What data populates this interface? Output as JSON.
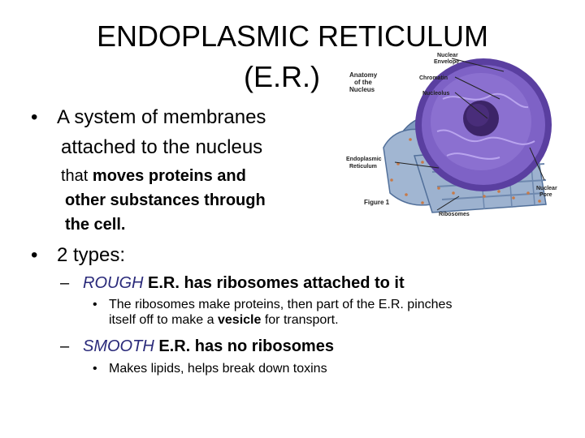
{
  "slide": {
    "title_line1": "ENDOPLASMIC RETICULUM",
    "title_line2": "(E.R.)",
    "bullet1": {
      "bullet": "•",
      "line1": "A system of membranes",
      "line2": "attached to the nucleus",
      "extra_lead": "that ",
      "extra_bold1": "moves proteins and",
      "extra_line2": "other substances through",
      "extra_line3": "the cell."
    },
    "bullet2": {
      "bullet": "•",
      "text": "2 types:"
    },
    "rough": {
      "dash": "–",
      "type": "ROUGH",
      "rest": " E.R. has ribosomes attached to it",
      "sub_bullet": "•",
      "sub_line1": "The ribosomes make proteins, then part of the E.R. pinches",
      "sub_line2_lead": "itself off to make a ",
      "sub_line2_bold": "vesicle",
      "sub_line2_tail": " for transport."
    },
    "smooth": {
      "dash": "–",
      "type": "SMOOTH",
      "rest": " E.R. has no ribosomes",
      "sub_bullet": "•",
      "sub_line": "Makes lipids, helps break down toxins"
    }
  },
  "figure": {
    "anatomy_line1": "Anatomy",
    "anatomy_line2": "of the",
    "anatomy_line3": "Nucleus",
    "nuclear_envelope_1": "Nuclear",
    "nuclear_envelope_2": "Envelope",
    "chromatin": "Chromatin",
    "nucleolus": "Nucleolus",
    "er_1": "Endoplasmic",
    "er_2": "Reticulum",
    "figure_label": "Figure 1",
    "ribosomes": "Ribosomes",
    "nuclear_pore_1": "Nuclear",
    "nuclear_pore_2": "Pore"
  },
  "colors": {
    "nucleus_purple": "#6a4fb5",
    "nucleolus_dark": "#3c2468",
    "er_blue": "#8fa8c8",
    "ribosome_dots": "#c77a48"
  }
}
